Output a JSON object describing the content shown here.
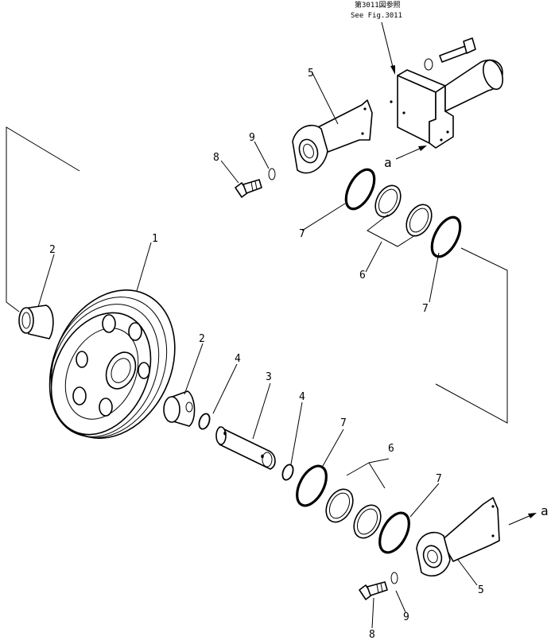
{
  "reference": {
    "line1": "第3011図参照",
    "line2": "See Fig.3011"
  },
  "arrow_label": "a",
  "callouts": [
    {
      "id": "c1",
      "text": "1"
    },
    {
      "id": "c2a",
      "text": "2"
    },
    {
      "id": "c2b",
      "text": "2"
    },
    {
      "id": "c3",
      "text": "3"
    },
    {
      "id": "c4a",
      "text": "4"
    },
    {
      "id": "c4b",
      "text": "4"
    },
    {
      "id": "c5a",
      "text": "5"
    },
    {
      "id": "c5b",
      "text": "5"
    },
    {
      "id": "c6a",
      "text": "6"
    },
    {
      "id": "c6b",
      "text": "6"
    },
    {
      "id": "c7a",
      "text": "7"
    },
    {
      "id": "c7b",
      "text": "7"
    },
    {
      "id": "c7c",
      "text": "7"
    },
    {
      "id": "c7d",
      "text": "7"
    },
    {
      "id": "c8a",
      "text": "8"
    },
    {
      "id": "c8b",
      "text": "8"
    },
    {
      "id": "c9a",
      "text": "9"
    },
    {
      "id": "c9b",
      "text": "9"
    }
  ]
}
